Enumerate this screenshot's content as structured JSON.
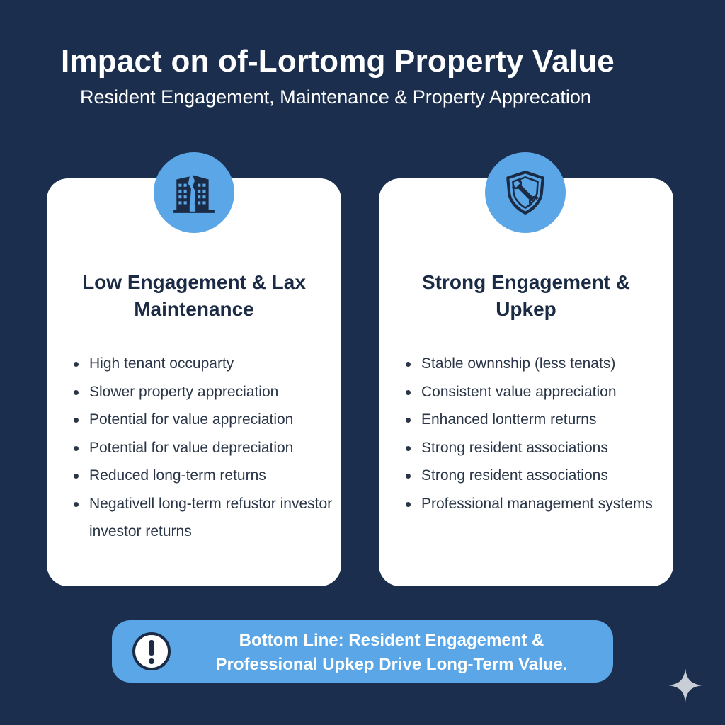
{
  "header": {
    "title": "Impact on of-Lortomg Property Value",
    "subtitle": "Resident Engagement, Maintenance & Property Apprecation"
  },
  "cards": [
    {
      "icon": "damaged-building-icon",
      "heading": "Low Engagement & Lax Maintenance",
      "items": [
        "High tenant occuparty",
        "Slower property appreciation",
        "Potential for value appreciation",
        "Potential for value depreciation",
        "Reduced long-term returns",
        "Negativell long-term refustor investor investor returns"
      ]
    },
    {
      "icon": "shield-wrench-icon",
      "heading": "Strong Engagement & Upkep",
      "items": [
        "Stable ownnship (less tenats)",
        "Consistent value appreciation",
        "Enhanced lontterm returns",
        "Strong resident associations",
        "Strong resident associations",
        "Professional management systems"
      ]
    }
  ],
  "bottom_line": {
    "icon": "exclamation-icon",
    "line1": "Bottom Line: Resident Engagement &",
    "line2": "Professional Upkep Drive Long-Term Value."
  },
  "corner_mark": {
    "icon": "sparkle-icon"
  },
  "colors": {
    "background": "#1b2e4e",
    "accent": "#5aa6e6",
    "card": "#ffffff",
    "text_dark": "#1c2b45"
  }
}
